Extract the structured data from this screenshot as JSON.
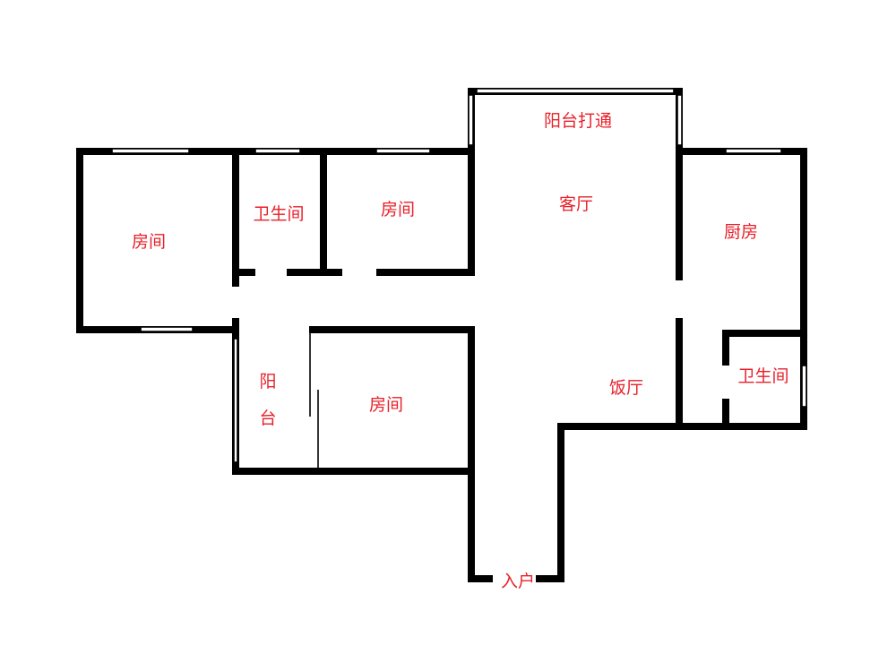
{
  "rooms": {
    "balcony_opened": "阳台打通",
    "living_room": "客厅",
    "bedroom_left": "房间",
    "bathroom_top": "卫生间",
    "bedroom_top_middle": "房间",
    "kitchen": "厨房",
    "balcony_char_1": "阳",
    "balcony_char_2": "台",
    "bedroom_bottom": "房间",
    "dining_room": "饭厅",
    "bathroom_right": "卫生间",
    "entrance": "入户"
  },
  "colors": {
    "wall": "#000000",
    "label": "#e8202a",
    "background": "#ffffff"
  }
}
